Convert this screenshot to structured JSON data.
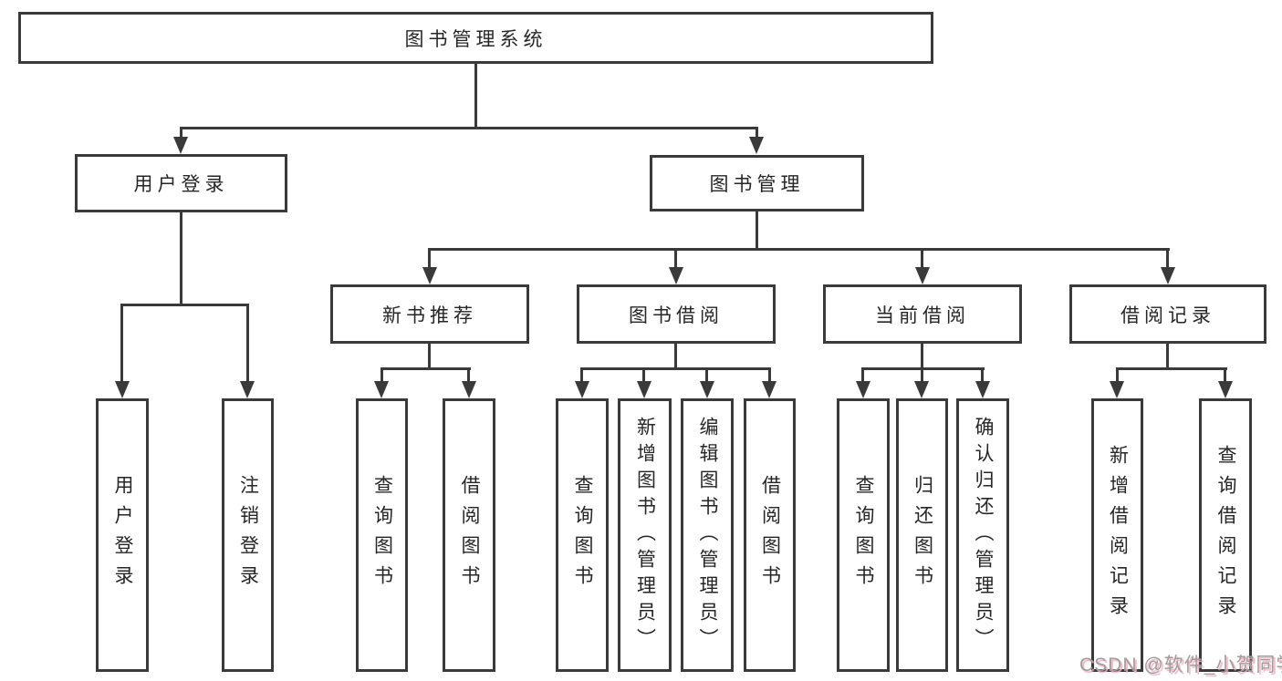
{
  "title": "图书管理系统",
  "colors": {
    "line": "#3a3a3a",
    "node_border": "#3a3a3a",
    "node_text": "#262626",
    "background": "#ffffff",
    "watermark_gray": "#9e9e9e",
    "watermark_pink": "#f2afc0"
  },
  "tree": {
    "label": "图书管理系统",
    "children": [
      {
        "label": "用户登录",
        "children": [
          {
            "label": "用户登录"
          },
          {
            "label": "注销登录"
          }
        ]
      },
      {
        "label": "图书管理",
        "children": [
          {
            "label": "新书推荐",
            "children": [
              {
                "label": "查询图书"
              },
              {
                "label": "借阅图书"
              }
            ]
          },
          {
            "label": "图书借阅",
            "children": [
              {
                "label": "查询图书"
              },
              {
                "label": "新增图书（管理员）"
              },
              {
                "label": "编辑图书（管理员）"
              },
              {
                "label": "借阅图书"
              }
            ]
          },
          {
            "label": "当前借阅",
            "children": [
              {
                "label": "查询图书"
              },
              {
                "label": "归还图书"
              },
              {
                "label": "确认归还（管理员）"
              }
            ]
          },
          {
            "label": "借阅记录",
            "children": [
              {
                "label": "新增借阅记录"
              },
              {
                "label": "查询借阅记录"
              }
            ]
          }
        ]
      }
    ]
  },
  "watermark": {
    "text": "CSDN @软件_小贺同学"
  }
}
